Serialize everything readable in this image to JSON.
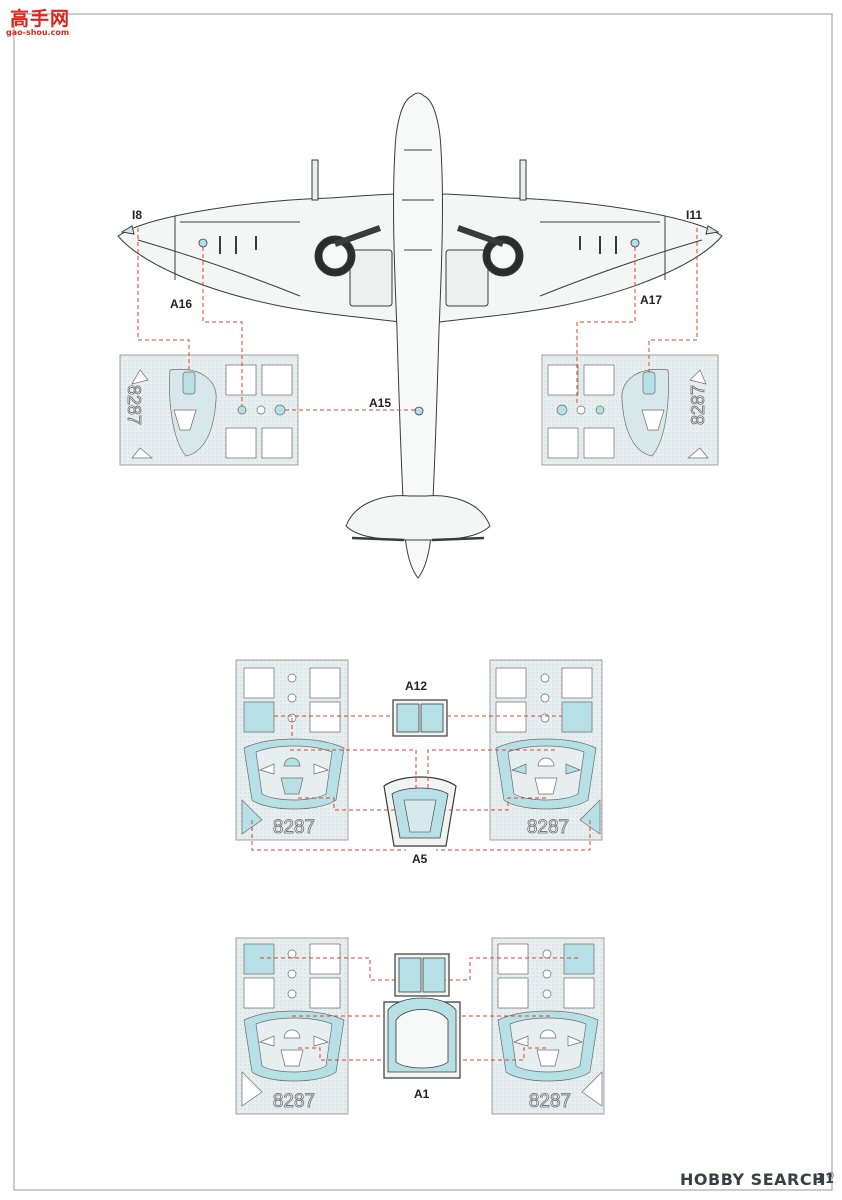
{
  "watermark": {
    "text_cn": "高手网",
    "text_url": "gao-shou.com"
  },
  "footer": {
    "brand": "HOBBY SEARCH",
    "trademark": "®",
    "page": "11"
  },
  "step_top": {
    "callouts": {
      "i8": "I8",
      "i11": "I11",
      "a16": "A16",
      "a17": "A17",
      "a15": "A15"
    },
    "sheet_number": "8287"
  },
  "step_middle": {
    "callouts": {
      "a12": "A12",
      "a5": "A5"
    },
    "sheet_number": "8287"
  },
  "step_bottom": {
    "callouts": {
      "a1": "A1"
    },
    "sheet_number": "8287"
  },
  "colors": {
    "mask": "#b6e0e6",
    "sheet": "#e7eef0",
    "leader": "#d9452b",
    "line": "#3b3b3b"
  }
}
